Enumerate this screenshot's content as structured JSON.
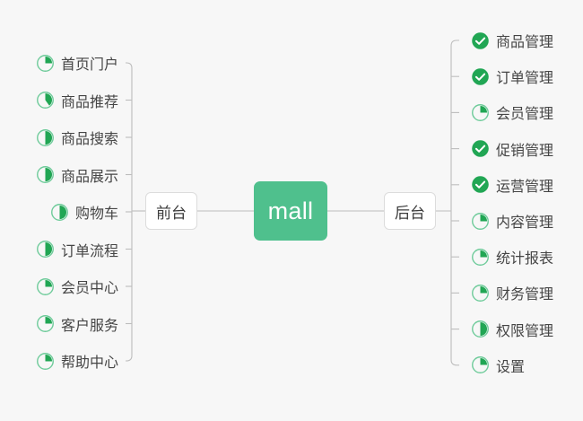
{
  "theme": {
    "background": "#f7f7f7",
    "accent_green": "#4fc08d",
    "icon_green": "#21a654",
    "icon_ring": "#6ecb9a",
    "node_border": "#dcdcdc",
    "wire": "#bdbdbd",
    "text": "#454545",
    "center_text": "#ffffff"
  },
  "center": {
    "label": "mall"
  },
  "branches": [
    {
      "id": "frontend",
      "label": "前台",
      "side": "left",
      "items": [
        {
          "label": "首页门户",
          "icon": "pie-progress-icon",
          "progress": 25,
          "status": "in-progress"
        },
        {
          "label": "商品推荐",
          "icon": "pie-progress-icon",
          "progress": 40,
          "status": "in-progress"
        },
        {
          "label": "商品搜索",
          "icon": "pie-progress-icon",
          "progress": 50,
          "status": "in-progress"
        },
        {
          "label": "商品展示",
          "icon": "pie-progress-icon",
          "progress": 50,
          "status": "in-progress"
        },
        {
          "label": "购物车",
          "icon": "pie-progress-icon",
          "progress": 50,
          "status": "in-progress"
        },
        {
          "label": "订单流程",
          "icon": "pie-progress-icon",
          "progress": 50,
          "status": "in-progress"
        },
        {
          "label": "会员中心",
          "icon": "pie-progress-icon",
          "progress": 25,
          "status": "in-progress"
        },
        {
          "label": "客户服务",
          "icon": "pie-progress-icon",
          "progress": 25,
          "status": "in-progress"
        },
        {
          "label": "帮助中心",
          "icon": "pie-progress-icon",
          "progress": 25,
          "status": "in-progress"
        }
      ]
    },
    {
      "id": "backend",
      "label": "后台",
      "side": "right",
      "items": [
        {
          "label": "商品管理",
          "icon": "check-circle-icon",
          "progress": 100,
          "status": "complete"
        },
        {
          "label": "订单管理",
          "icon": "check-circle-icon",
          "progress": 100,
          "status": "complete"
        },
        {
          "label": "会员管理",
          "icon": "pie-progress-icon",
          "progress": 25,
          "status": "in-progress"
        },
        {
          "label": "促销管理",
          "icon": "check-circle-icon",
          "progress": 100,
          "status": "complete"
        },
        {
          "label": "运营管理",
          "icon": "check-circle-icon",
          "progress": 100,
          "status": "complete"
        },
        {
          "label": "内容管理",
          "icon": "pie-progress-icon",
          "progress": 25,
          "status": "in-progress"
        },
        {
          "label": "统计报表",
          "icon": "pie-progress-icon",
          "progress": 25,
          "status": "in-progress"
        },
        {
          "label": "财务管理",
          "icon": "pie-progress-icon",
          "progress": 25,
          "status": "in-progress"
        },
        {
          "label": "权限管理",
          "icon": "pie-progress-icon",
          "progress": 50,
          "status": "in-progress"
        },
        {
          "label": "设置",
          "icon": "pie-progress-icon",
          "progress": 25,
          "status": "in-progress"
        }
      ]
    }
  ]
}
